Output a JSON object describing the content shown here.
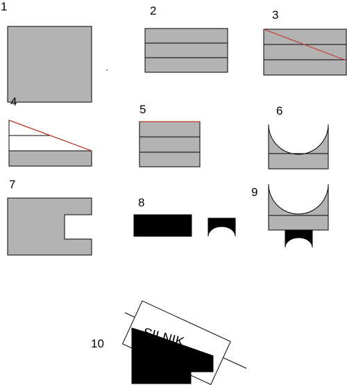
{
  "steps": [
    {
      "number": "1"
    },
    {
      "number": "2"
    },
    {
      "number": "3"
    },
    {
      "number": "4"
    },
    {
      "number": "5"
    },
    {
      "number": "6"
    },
    {
      "number": "7"
    },
    {
      "number": "8"
    },
    {
      "number": "9"
    },
    {
      "number": "10"
    }
  ],
  "stamp_text": "SILNIK",
  "colors": {
    "block_fill": "#b3b3b3",
    "cut_line": "#c0392b",
    "solid": "#000000"
  }
}
